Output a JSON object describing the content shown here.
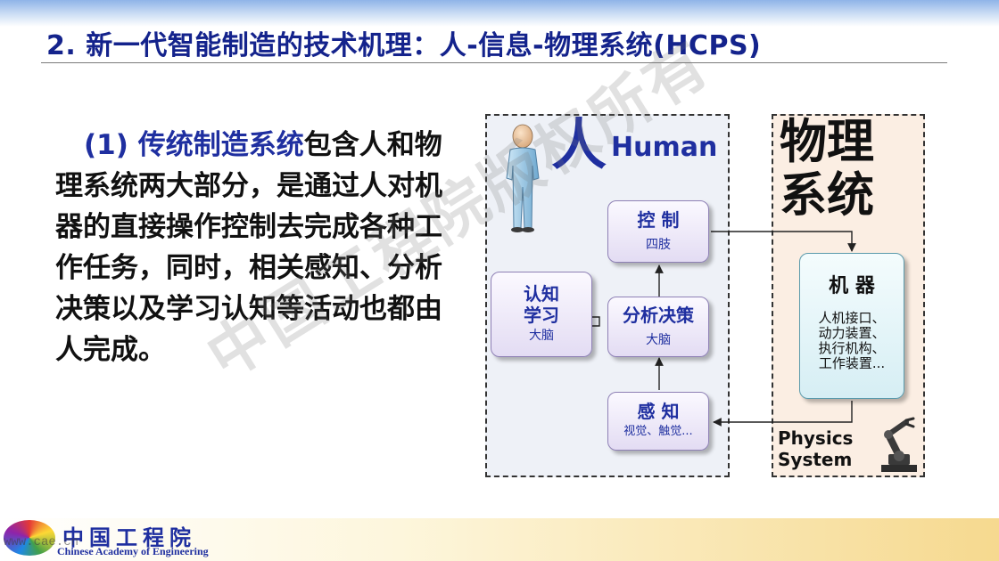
{
  "title": "2. 新一代智能制造的技术机理：人-信息-物理系统(HCPS)",
  "body": {
    "lead": "(1) 传统制造系统",
    "text": "包含人和物理系统两大部分，是通过人对机器的直接操作控制去完成各种工作任务，同时，相关感知、分析决策以及学习认知等活动也都由人完成。"
  },
  "diagram": {
    "human_char": "人",
    "human_word": "Human",
    "physical_title": "物理系统",
    "nodes": {
      "control": {
        "title": "控 制",
        "sub": "四肢"
      },
      "cognition": {
        "title": "认知学习",
        "sub": "大脑"
      },
      "decision": {
        "title": "分析决策",
        "sub": "大脑"
      },
      "perception": {
        "title": "感 知",
        "sub": "视觉、触觉..."
      }
    },
    "machine": {
      "title": "机 器",
      "items": [
        "人机接口、",
        "动力装置、",
        "执行机构、",
        "工作装置..."
      ]
    },
    "physics_system": [
      "Physics",
      "System"
    ],
    "icons": [
      "person-icon",
      "robot-arm-icon"
    ]
  },
  "watermark": "中国工程院版权所有",
  "logo": {
    "cn": "中国工程院",
    "en": "Chinese Academy of Engineering",
    "url": "www.cae.cn"
  },
  "colors": {
    "title_blue": "#14238c",
    "accent_blue": "#1f2fa0",
    "node_border": "#8e80b5",
    "machine_border": "#5b9aab",
    "human_bg": "#eef1f7",
    "physical_bg": "#fbeee3"
  }
}
